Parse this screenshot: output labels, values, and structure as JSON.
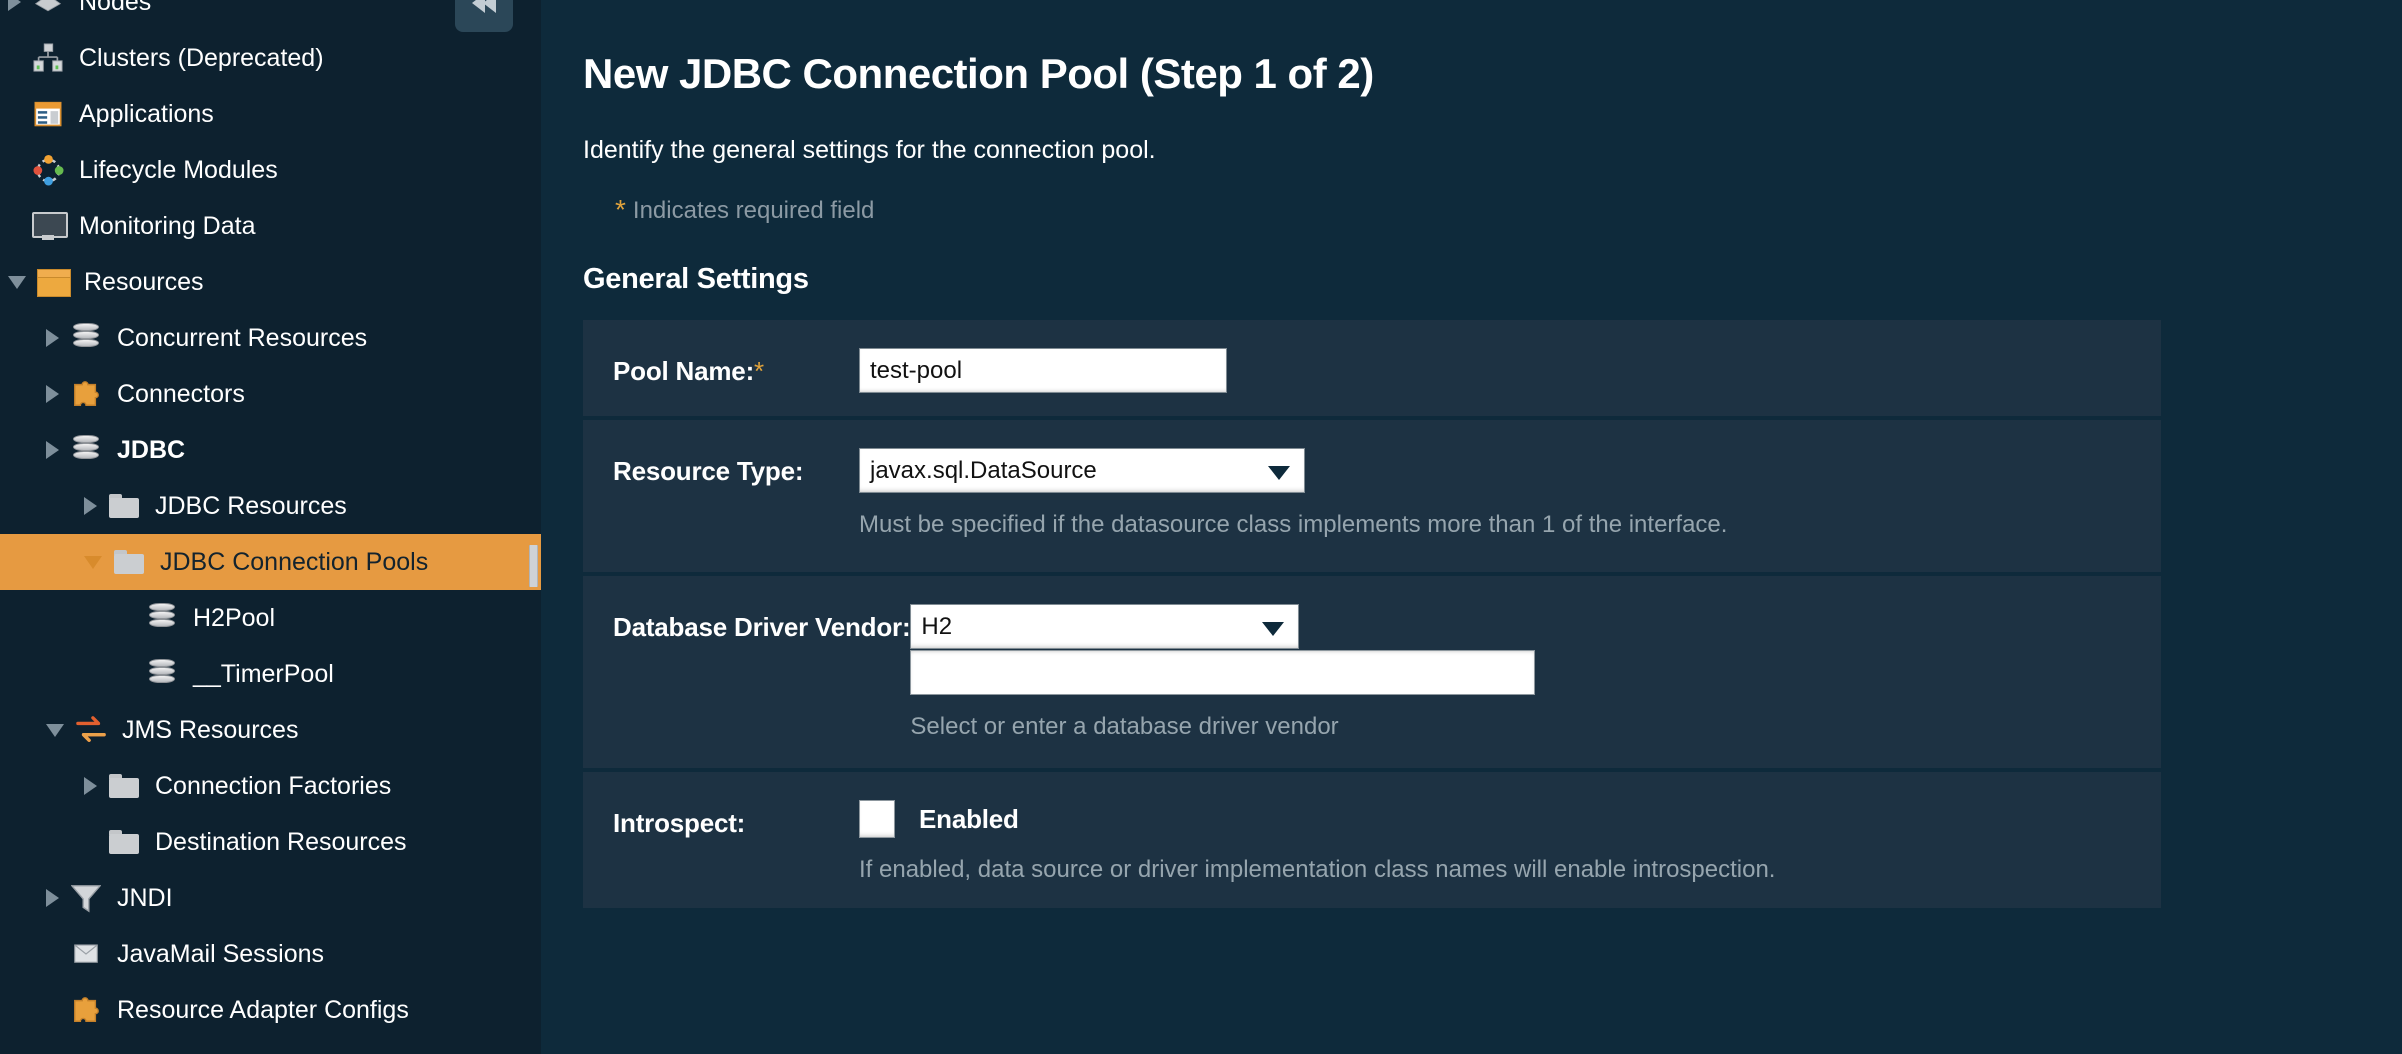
{
  "sidebar": {
    "collapse_button_icon": "double-chevron-left-icon",
    "items": [
      {
        "label": "Nodes",
        "icon": "node-icon",
        "twisty": "right",
        "indent": 0,
        "bold": false,
        "selected": false,
        "partial": true
      },
      {
        "label": "Clusters (Deprecated)",
        "icon": "cluster-icon",
        "twisty": "none",
        "indent": 0,
        "bold": false,
        "selected": false
      },
      {
        "label": "Applications",
        "icon": "applications-icon",
        "twisty": "none",
        "indent": 0,
        "bold": false,
        "selected": false
      },
      {
        "label": "Lifecycle Modules",
        "icon": "lifecycle-modules-icon",
        "twisty": "none",
        "indent": 0,
        "bold": false,
        "selected": false
      },
      {
        "label": "Monitoring Data",
        "icon": "monitor-icon",
        "twisty": "none",
        "indent": 0,
        "bold": false,
        "selected": false
      },
      {
        "label": "Resources",
        "icon": "resources-box-icon",
        "twisty": "down",
        "indent": 0,
        "bold": false,
        "selected": false
      },
      {
        "label": "Concurrent Resources",
        "icon": "database-icon",
        "twisty": "right",
        "indent": 1,
        "bold": false,
        "selected": false
      },
      {
        "label": "Connectors",
        "icon": "puzzle-icon",
        "twisty": "right",
        "indent": 1,
        "bold": false,
        "selected": false
      },
      {
        "label": "JDBC",
        "icon": "database-icon",
        "twisty": "right",
        "indent": 1,
        "bold": true,
        "selected": false
      },
      {
        "label": "JDBC Resources",
        "icon": "folder-icon",
        "twisty": "right",
        "indent": 2,
        "bold": false,
        "selected": false
      },
      {
        "label": "JDBC Connection Pools",
        "icon": "folder-icon",
        "twisty": "down",
        "indent": 2,
        "bold": false,
        "selected": true
      },
      {
        "label": "H2Pool",
        "icon": "database-icon",
        "twisty": "none",
        "indent": 3,
        "bold": false,
        "selected": false
      },
      {
        "label": "__TimerPool",
        "icon": "database-icon",
        "twisty": "none",
        "indent": 3,
        "bold": false,
        "selected": false
      },
      {
        "label": "JMS Resources",
        "icon": "jms-exchange-arrows-icon",
        "twisty": "down",
        "indent": 1,
        "bold": false,
        "selected": false
      },
      {
        "label": "Connection Factories",
        "icon": "folder-icon",
        "twisty": "right",
        "indent": 2,
        "bold": false,
        "selected": false
      },
      {
        "label": "Destination Resources",
        "icon": "folder-icon",
        "twisty": "none",
        "indent": 2,
        "bold": false,
        "selected": false
      },
      {
        "label": "JNDI",
        "icon": "funnel-icon",
        "twisty": "right",
        "indent": 1,
        "bold": false,
        "selected": false
      },
      {
        "label": "JavaMail Sessions",
        "icon": "mail-icon",
        "twisty": "none",
        "indent": 1,
        "bold": false,
        "selected": false
      },
      {
        "label": "Resource Adapter Configs",
        "icon": "puzzle-icon",
        "twisty": "none",
        "indent": 1,
        "bold": false,
        "selected": false
      }
    ]
  },
  "page": {
    "title": "New JDBC Connection Pool (Step 1 of 2)",
    "description": "Identify the general settings for the connection pool.",
    "required_note": "Indicates required field",
    "required_star": "*",
    "section_title": "General Settings"
  },
  "form": {
    "pool_name": {
      "label": "Pool Name:",
      "required": true,
      "value": "test-pool"
    },
    "resource_type": {
      "label": "Resource Type:",
      "value": "javax.sql.DataSource",
      "hint": "Must be specified if the datasource class implements more than 1 of the interface."
    },
    "driver_vendor": {
      "label": "Database Driver Vendor:",
      "value": "H2",
      "text_value": "",
      "hint": "Select or enter a database driver vendor"
    },
    "introspect": {
      "label": "Introspect:",
      "checkbox_label": "Enabled",
      "checked": false,
      "hint": "If enabled, data source or driver implementation class names will enable introspection."
    }
  },
  "colors": {
    "sidebar_bg": "#0d212f",
    "content_bg": "#0e2a3b",
    "row_bg": "#1d3243",
    "accent_orange": "#e69a41",
    "required_star": "#e0a33c",
    "hint_text": "#96a5ae"
  }
}
